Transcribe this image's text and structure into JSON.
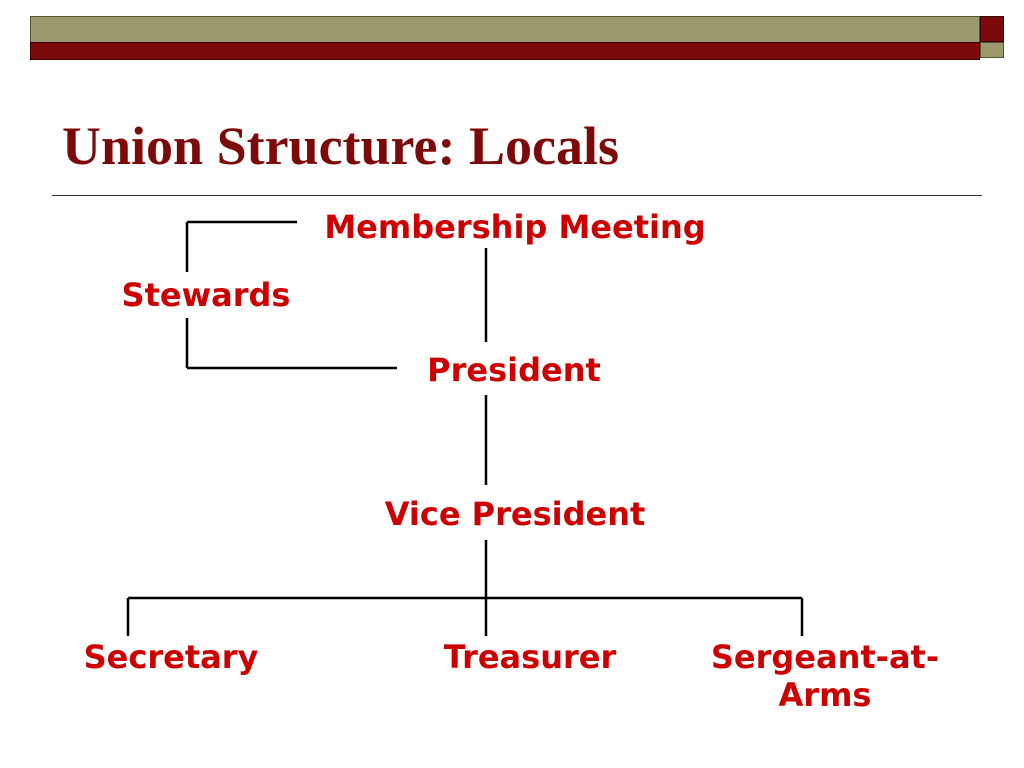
{
  "slide": {
    "title": "Union Structure: Locals"
  },
  "org_chart": {
    "nodes": {
      "membership_meeting": "Membership Meeting",
      "stewards": "Stewards",
      "president": "President",
      "vice_president": "Vice President",
      "secretary": "Secretary",
      "treasurer": "Treasurer",
      "sergeant_line1": "Sergeant-at-",
      "sergeant_line2": "Arms"
    },
    "label_color": "#cc0000"
  },
  "theme": {
    "title_color": "#7c0a0a",
    "banner_olive": "#9c9a6c",
    "banner_maroon": "#7c0a0a",
    "line_color": "#000000"
  }
}
